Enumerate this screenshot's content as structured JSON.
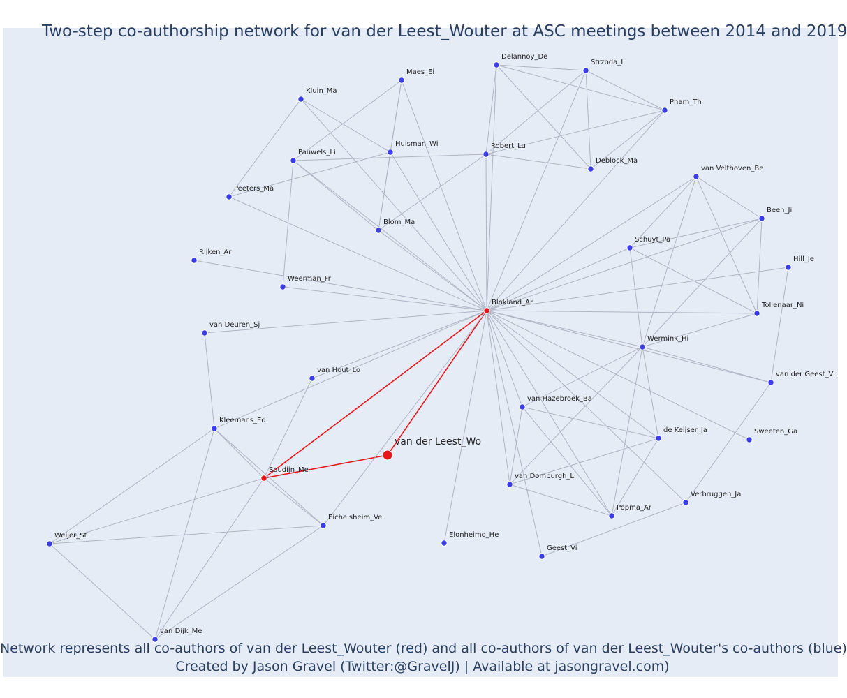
{
  "title": "Two-step co-authorship network for van der Leest_Wouter at ASC meetings between 2014 and 2019",
  "caption_line1": "Network represents all co-authors of van der Leest_Wouter (red) and all co-authors of van der Leest_Wouter's co-authors (blue)",
  "caption_line2": "Created by Jason Gravel (Twitter:@GravelJ) | Available at jasongravel.com)",
  "colors": {
    "background": "#e5ecf6",
    "edge": "#b0b4c3",
    "highlight_edge": "#e8151b",
    "red_node": "#e8151b",
    "blue_node": "#3b3ee8",
    "text": "#2a3f5f"
  },
  "nodes": [
    {
      "id": "van der Leest_Wo",
      "group": "focus"
    },
    {
      "id": "Blokland_Ar",
      "group": "red"
    },
    {
      "id": "Soudijn_Me",
      "group": "red"
    },
    {
      "id": "Delannoy_De",
      "group": "blue"
    },
    {
      "id": "Strzoda_Il",
      "group": "blue"
    },
    {
      "id": "Maes_Ei",
      "group": "blue"
    },
    {
      "id": "Pham_Th",
      "group": "blue"
    },
    {
      "id": "Kluin_Ma",
      "group": "blue"
    },
    {
      "id": "Huisman_Wi",
      "group": "blue"
    },
    {
      "id": "Robert_Lu",
      "group": "blue"
    },
    {
      "id": "Pauwels_Li",
      "group": "blue"
    },
    {
      "id": "Deblock_Ma",
      "group": "blue"
    },
    {
      "id": "van Velthoven_Be",
      "group": "blue"
    },
    {
      "id": "Peeters_Ma",
      "group": "blue"
    },
    {
      "id": "Been_Ji",
      "group": "blue"
    },
    {
      "id": "Blom_Ma",
      "group": "blue"
    },
    {
      "id": "Schuyt_Pa",
      "group": "blue"
    },
    {
      "id": "Rijken_Ar",
      "group": "blue"
    },
    {
      "id": "Hill_Je",
      "group": "blue"
    },
    {
      "id": "Weerman_Fr",
      "group": "blue"
    },
    {
      "id": "Tollenaar_Ni",
      "group": "blue"
    },
    {
      "id": "van Deuren_Sj",
      "group": "blue"
    },
    {
      "id": "Wermink_Hi",
      "group": "blue"
    },
    {
      "id": "van Hout_Lo",
      "group": "blue"
    },
    {
      "id": "van der Geest_Vi",
      "group": "blue"
    },
    {
      "id": "van Hazebroek_Ba",
      "group": "blue"
    },
    {
      "id": "Kleemans_Ed",
      "group": "blue"
    },
    {
      "id": "de Keijser_Ja",
      "group": "blue"
    },
    {
      "id": "Sweeten_Ga",
      "group": "blue"
    },
    {
      "id": "van Domburgh_Li",
      "group": "blue"
    },
    {
      "id": "Verbruggen_Ja",
      "group": "blue"
    },
    {
      "id": "Eichelsheim_Ve",
      "group": "blue"
    },
    {
      "id": "Popma_Ar",
      "group": "blue"
    },
    {
      "id": "Weijer_St",
      "group": "blue"
    },
    {
      "id": "Elonheimo_He",
      "group": "blue"
    },
    {
      "id": "Geest_Vi",
      "group": "blue"
    },
    {
      "id": "van Dijk_Me",
      "group": "blue"
    }
  ],
  "edges": [
    [
      "van der Leest_Wo",
      "Blokland_Ar",
      "hl"
    ],
    [
      "van der Leest_Wo",
      "Soudijn_Me",
      "hl"
    ],
    [
      "Soudijn_Me",
      "Blokland_Ar",
      "hl"
    ],
    [
      "Blokland_Ar",
      "Delannoy_De"
    ],
    [
      "Blokland_Ar",
      "Strzoda_Il"
    ],
    [
      "Blokland_Ar",
      "Maes_Ei"
    ],
    [
      "Blokland_Ar",
      "Pham_Th"
    ],
    [
      "Blokland_Ar",
      "Kluin_Ma"
    ],
    [
      "Blokland_Ar",
      "Huisman_Wi"
    ],
    [
      "Blokland_Ar",
      "Robert_Lu"
    ],
    [
      "Blokland_Ar",
      "Pauwels_Li"
    ],
    [
      "Blokland_Ar",
      "Blom_Ma"
    ],
    [
      "Blokland_Ar",
      "Peeters_Ma"
    ],
    [
      "Blokland_Ar",
      "Weerman_Fr"
    ],
    [
      "Blokland_Ar",
      "van Deuren_Sj"
    ],
    [
      "Blokland_Ar",
      "van Hout_Lo"
    ],
    [
      "Blokland_Ar",
      "Kleemans_Ed"
    ],
    [
      "Blokland_Ar",
      "Eichelsheim_Ve"
    ],
    [
      "Blokland_Ar",
      "Elonheimo_He"
    ],
    [
      "Blokland_Ar",
      "Geest_Vi"
    ],
    [
      "Blokland_Ar",
      "van Domburgh_Li"
    ],
    [
      "Blokland_Ar",
      "Popma_Ar"
    ],
    [
      "Blokland_Ar",
      "van Hazebroek_Ba"
    ],
    [
      "Blokland_Ar",
      "de Keijser_Ja"
    ],
    [
      "Blokland_Ar",
      "Verbruggen_Ja"
    ],
    [
      "Blokland_Ar",
      "Sweeten_Ga"
    ],
    [
      "Blokland_Ar",
      "Wermink_Hi"
    ],
    [
      "Blokland_Ar",
      "van der Geest_Vi"
    ],
    [
      "Blokland_Ar",
      "Tollenaar_Ni"
    ],
    [
      "Blokland_Ar",
      "Hill_Je"
    ],
    [
      "Blokland_Ar",
      "Been_Ji"
    ],
    [
      "Blokland_Ar",
      "van Velthoven_Be"
    ],
    [
      "Blokland_Ar",
      "Schuyt_Pa"
    ],
    [
      "Delannoy_De",
      "Strzoda_Il"
    ],
    [
      "Delannoy_De",
      "Pham_Th"
    ],
    [
      "Delannoy_De",
      "Deblock_Ma"
    ],
    [
      "Delannoy_De",
      "Robert_Lu"
    ],
    [
      "Strzoda_Il",
      "Pham_Th"
    ],
    [
      "Strzoda_Il",
      "Deblock_Ma"
    ],
    [
      "Strzoda_Il",
      "Robert_Lu"
    ],
    [
      "Pham_Th",
      "Robert_Lu"
    ],
    [
      "Pham_Th",
      "Deblock_Ma"
    ],
    [
      "Robert_Lu",
      "Deblock_Ma"
    ],
    [
      "Robert_Lu",
      "Pauwels_Li"
    ],
    [
      "Robert_Lu",
      "Blom_Ma"
    ],
    [
      "Maes_Ei",
      "Huisman_Wi"
    ],
    [
      "Maes_Ei",
      "Blom_Ma"
    ],
    [
      "Maes_Ei",
      "Pauwels_Li"
    ],
    [
      "Kluin_Ma",
      "Huisman_Wi"
    ],
    [
      "Kluin_Ma",
      "Peeters_Ma"
    ],
    [
      "Huisman_Wi",
      "Peeters_Ma"
    ],
    [
      "Huisman_Wi",
      "Blom_Ma"
    ],
    [
      "Pauwels_Li",
      "Blom_Ma"
    ],
    [
      "Pauwels_Li",
      "Weerman_Fr"
    ],
    [
      "Rijken_Ar",
      "Blokland_Ar"
    ],
    [
      "van Deuren_Sj",
      "Kleemans_Ed"
    ],
    [
      "van Hout_Lo",
      "Soudijn_Me"
    ],
    [
      "Kleemans_Ed",
      "Soudijn_Me"
    ],
    [
      "Kleemans_Ed",
      "Eichelsheim_Ve"
    ],
    [
      "Kleemans_Ed",
      "Weijer_St"
    ],
    [
      "Kleemans_Ed",
      "van Dijk_Me"
    ],
    [
      "Soudijn_Me",
      "Weijer_St"
    ],
    [
      "Soudijn_Me",
      "Eichelsheim_Ve"
    ],
    [
      "Soudijn_Me",
      "van Dijk_Me"
    ],
    [
      "Weijer_St",
      "Eichelsheim_Ve"
    ],
    [
      "Weijer_St",
      "van Dijk_Me"
    ],
    [
      "Eichelsheim_Ve",
      "van Dijk_Me"
    ],
    [
      "van Velthoven_Be",
      "Been_Ji"
    ],
    [
      "van Velthoven_Be",
      "Wermink_Hi"
    ],
    [
      "van Velthoven_Be",
      "Tollenaar_Ni"
    ],
    [
      "van Velthoven_Be",
      "Schuyt_Pa"
    ],
    [
      "Been_Ji",
      "Schuyt_Pa"
    ],
    [
      "Been_Ji",
      "Tollenaar_Ni"
    ],
    [
      "Been_Ji",
      "Wermink_Hi"
    ],
    [
      "Schuyt_Pa",
      "Tollenaar_Ni"
    ],
    [
      "Schuyt_Pa",
      "Wermink_Hi"
    ],
    [
      "Hill_Je",
      "van der Geest_Vi"
    ],
    [
      "Tollenaar_Ni",
      "Wermink_Hi"
    ],
    [
      "Wermink_Hi",
      "van der Geest_Vi"
    ],
    [
      "Wermink_Hi",
      "van Hazebroek_Ba"
    ],
    [
      "Wermink_Hi",
      "de Keijser_Ja"
    ],
    [
      "Wermink_Hi",
      "van Domburgh_Li"
    ],
    [
      "Wermink_Hi",
      "Popma_Ar"
    ],
    [
      "van der Geest_Vi",
      "Verbruggen_Ja"
    ],
    [
      "van Hazebroek_Ba",
      "de Keijser_Ja"
    ],
    [
      "van Hazebroek_Ba",
      "van Domburgh_Li"
    ],
    [
      "van Hazebroek_Ba",
      "Popma_Ar"
    ],
    [
      "de Keijser_Ja",
      "van Domburgh_Li"
    ],
    [
      "de Keijser_Ja",
      "Popma_Ar"
    ],
    [
      "van Domburgh_Li",
      "Popma_Ar"
    ],
    [
      "Verbruggen_Ja",
      "Geest_Vi"
    ]
  ]
}
